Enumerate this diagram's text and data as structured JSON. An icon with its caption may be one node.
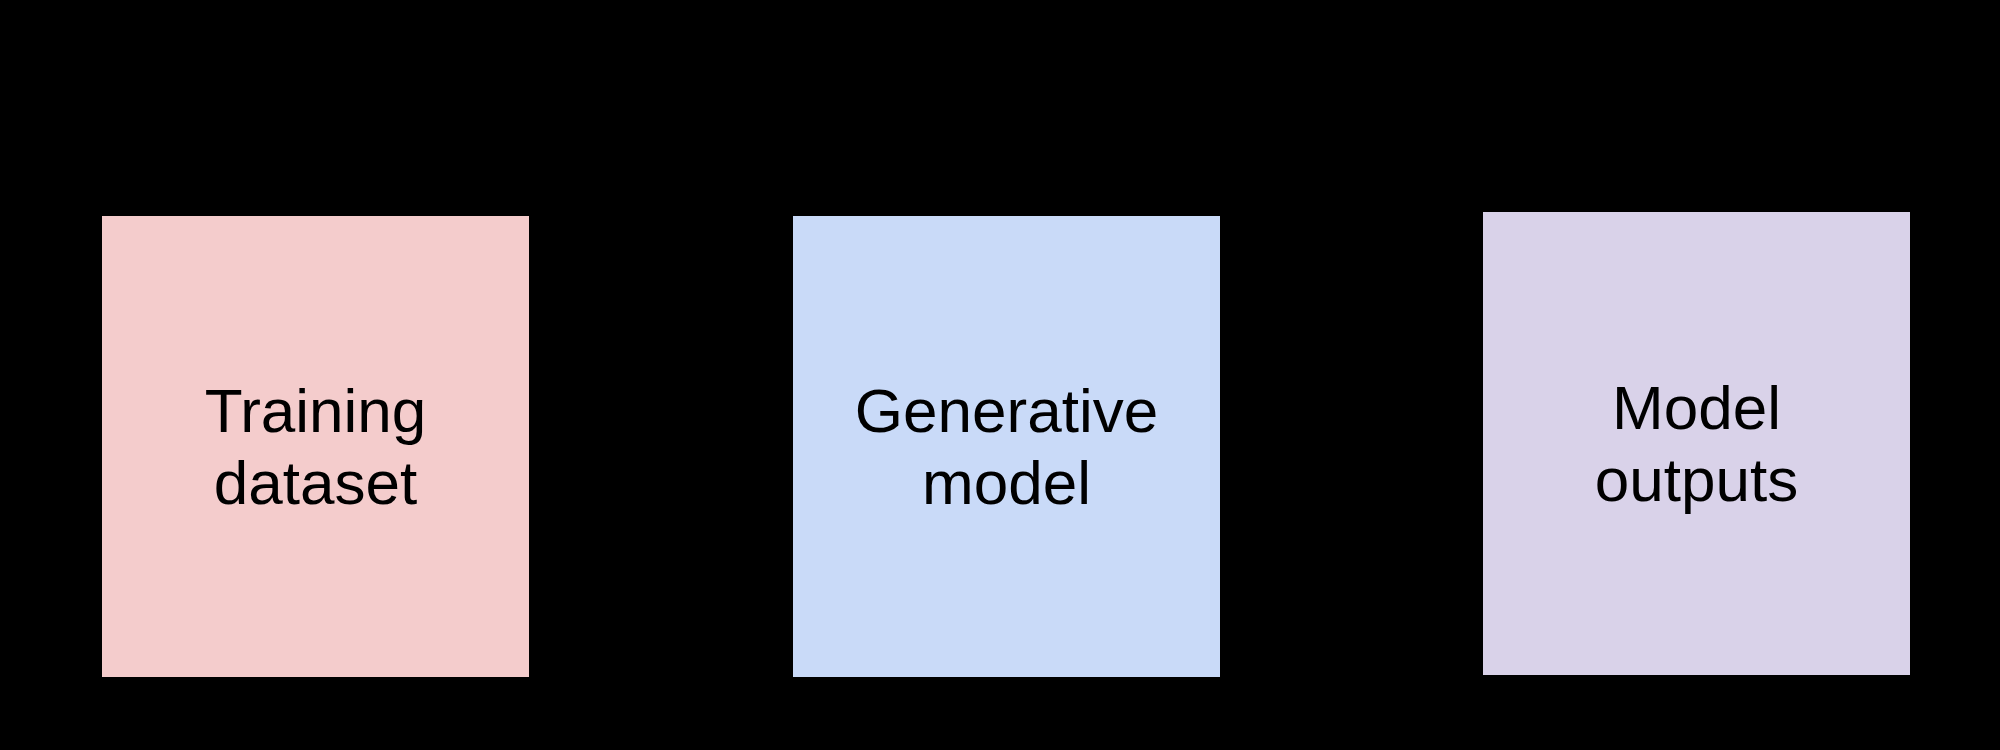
{
  "diagram": {
    "nodes": [
      {
        "text": [
          "Training dataset"
        ]
      },
      {
        "text": [
          "Generative model"
        ]
      },
      {
        "text": [
          "Model outputs"
        ]
      }
    ]
  }
}
